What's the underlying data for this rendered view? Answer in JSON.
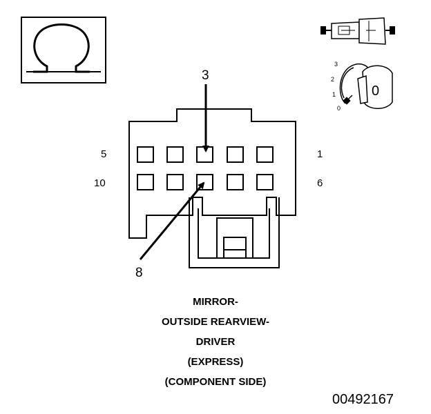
{
  "symbol": {
    "icon": "omega-icon",
    "label": "Ω"
  },
  "icons": {
    "connector": "inline-connector-icon",
    "ignition": "ignition-switch-icon"
  },
  "ignition": {
    "positions": [
      "3",
      "2",
      "1",
      "0"
    ],
    "key_label": "0"
  },
  "connector": {
    "pins_row_top": [
      "5",
      "1"
    ],
    "pins_row_bottom": [
      "10",
      "6"
    ],
    "callouts": [
      "3",
      "8"
    ]
  },
  "caption": {
    "lines": [
      "MIRROR-",
      "OUTSIDE REARVIEW-",
      "DRIVER",
      "(EXPRESS)",
      "(COMPONENT SIDE)"
    ]
  },
  "figure_id": "00492167"
}
